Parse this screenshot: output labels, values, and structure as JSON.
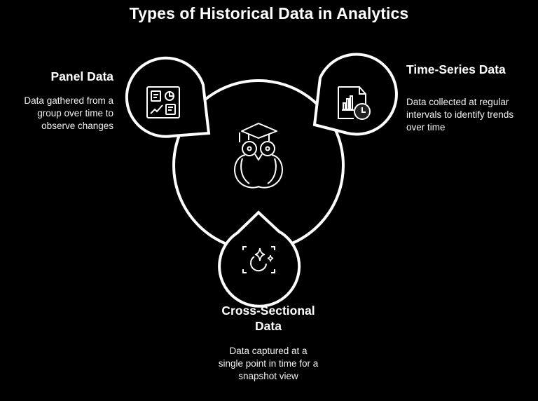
{
  "title": "Types of Historical Data in Analytics",
  "center": {
    "icon": "owl-graduate-icon"
  },
  "nodes": [
    {
      "id": "panel",
      "title": "Panel Data",
      "description": "Data gathered from a group over time to observe changes",
      "description_lines": [
        "Data gathered from a",
        "group over time to",
        "observe changes"
      ],
      "icon": "dashboard-icon"
    },
    {
      "id": "time-series",
      "title": "Time-Series Data",
      "description": "Data collected at regular intervals to identify trends over time",
      "description_lines": [
        "Data collected at regular",
        "intervals to identify trends",
        "over time"
      ],
      "icon": "document-chart-clock-icon"
    },
    {
      "id": "cross-sectional",
      "title": "Cross-Sectional Data",
      "title_lines": [
        "Cross-Sectional",
        "Data"
      ],
      "description": "Data captured at a single point in time for a snapshot view",
      "description_lines": [
        "Data captured at a",
        "single point in time for a",
        "snapshot view"
      ],
      "icon": "snapshot-sparkle-icon"
    }
  ],
  "colors": {
    "background": "#000000",
    "stroke": "#ffffff",
    "text": "#ffffff"
  }
}
